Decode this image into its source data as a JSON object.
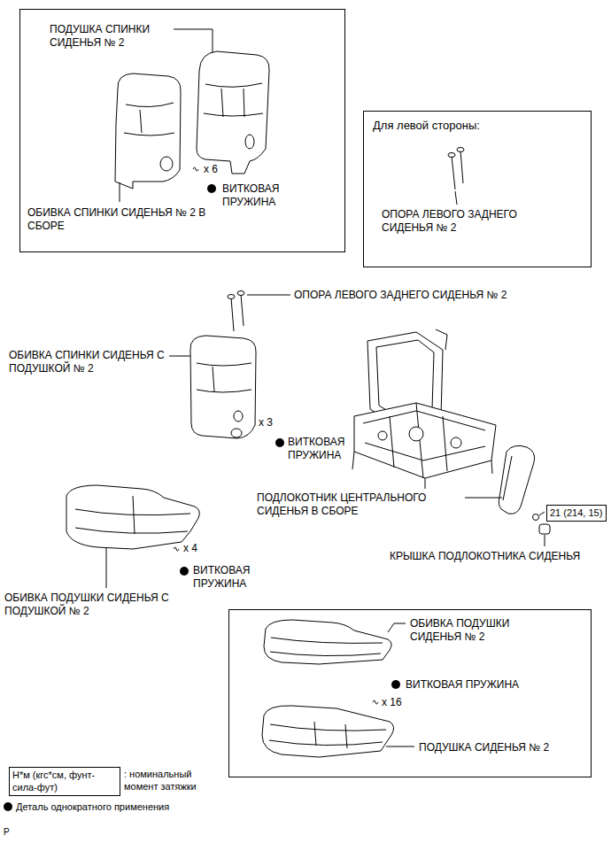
{
  "diagram": {
    "nodes": [
      {
        "text": [
          "ПОДУШКА СПИНКИ СИДЕНЬЯ № 2",
          "x 6",
          "ВИТКОВАЯ ПРУЖИНА",
          "ОБИВКА СПИНКИ СИДЕНЬЯ № 2 В СБОРЕ"
        ]
      },
      {
        "text": [
          "Для левой стороны:",
          "ОПОРА ЛЕВОГО ЗАДНЕГО СИДЕНЬЯ № 2"
        ]
      },
      {
        "text": [
          "21 (214, 15)"
        ]
      },
      {
        "text": [
          "ОБИВКА ПОДУШКИ СИДЕНЬЯ № 2",
          "ВИТКОВАЯ ПРУЖИНА",
          "x 16",
          "ПОДУШКА СИДЕНЬЯ № 2"
        ]
      },
      {
        "text": [
          "Н*м (кгс*см, фунт-сила-фут)"
        ]
      }
    ],
    "labels": [
      "ОПОРА ЛЕВОГО ЗАДНЕГО СИДЕНЬЯ № 2",
      "ОБИВКА СПИНКИ СИДЕНЬЯ С ПОДУШКОЙ № 2",
      "x 3",
      "ВИТКОВАЯ ПРУЖИНА",
      "ПОДЛОКОТНИК ЦЕНТРАЛЬНОГО СИДЕНЬЯ В СБОРЕ",
      "КРЫШКА ПОДЛОКОТНИКА СИДЕНЬЯ",
      "x 4",
      "ВИТКОВАЯ ПРУЖИНА",
      "ОБИВКА ПОДУШКИ СИДЕНЬЯ С ПОДУШКОЙ № 2",
      ": номинальный момент затяжки",
      "P"
    ],
    "legend": [
      {
        "text": "Деталь однократного применения"
      }
    ]
  }
}
